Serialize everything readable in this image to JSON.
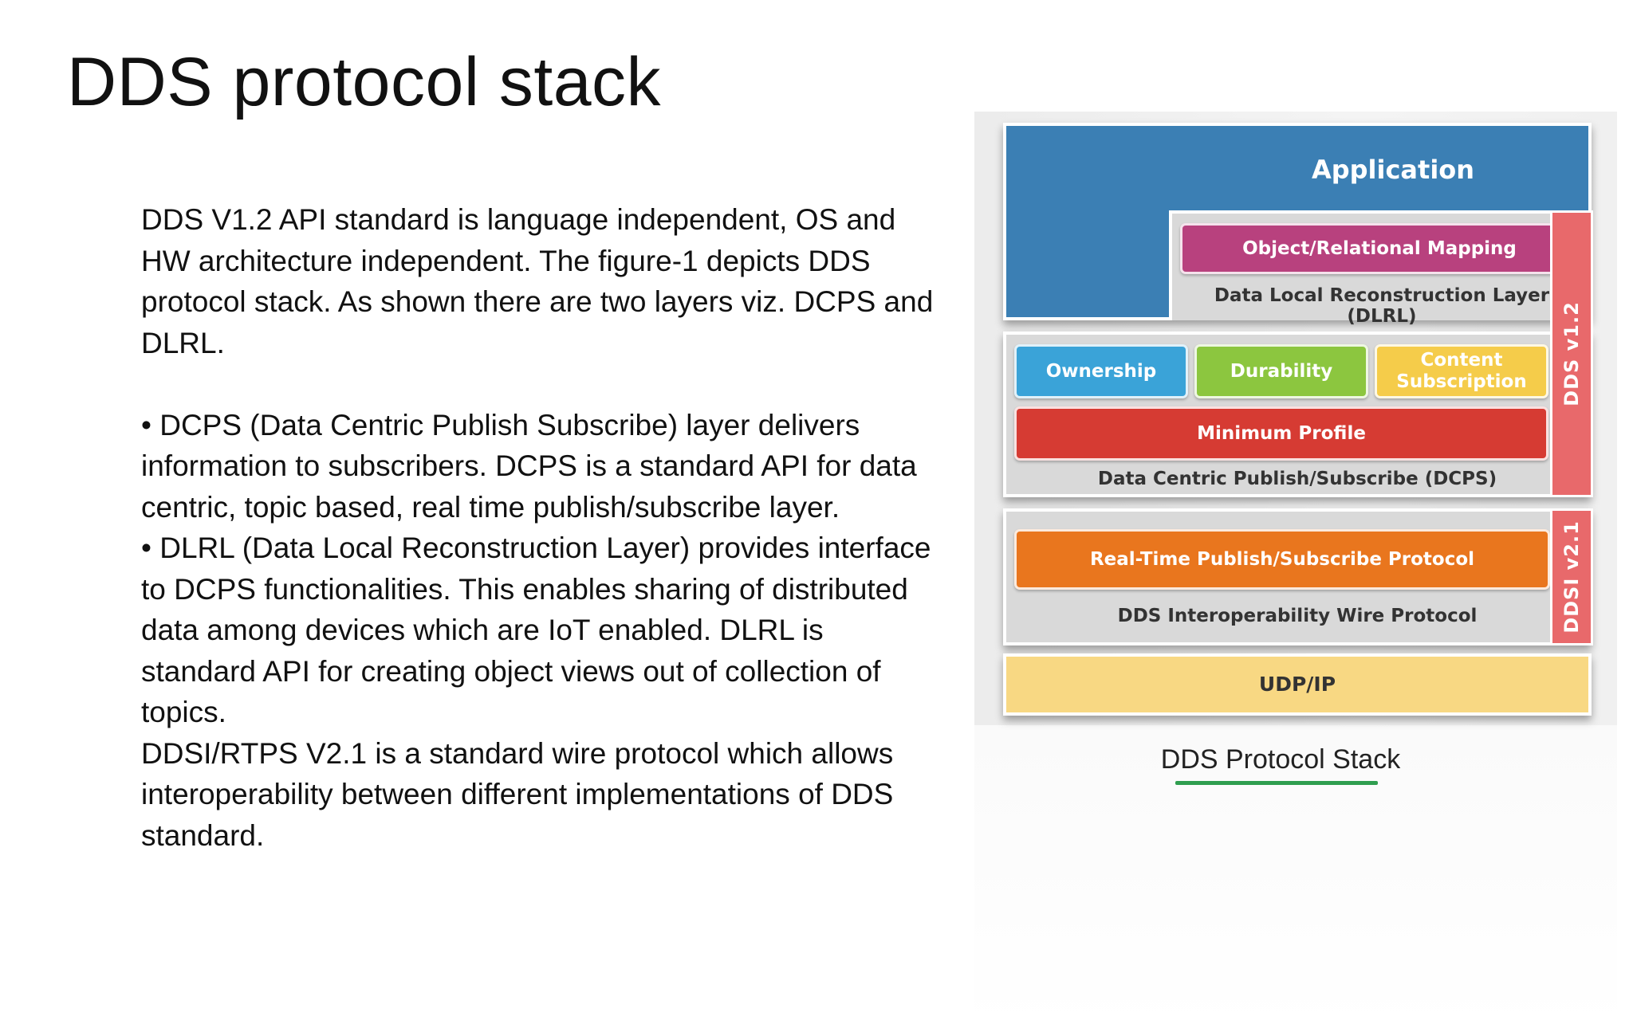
{
  "slide": {
    "title": "DDS protocol stack",
    "paragraphs": [
      "DDS V1.2 API standard is language independent, OS and HW architecture independent. The figure-1 depicts DDS protocol stack. As shown there are two layers viz. DCPS and DLRL.",
      "• DCPS (Data Centric Publish Subscribe) layer delivers information to subscribers. DCPS is a standard API for data centric, topic based, real time publish/subscribe layer.",
      "• DLRL (Data Local Reconstruction Layer) provides interface to DCPS functionalities. This enables sharing of distributed data among devices which are IoT enabled. DLRL is standard API for creating object views out of collection of topics.",
      "DDSI/RTPS V2.1 is a standard wire protocol which allows interoperability between different implementations of DDS standard."
    ]
  },
  "figure": {
    "application": "Application",
    "orm": "Object/Relational Mapping",
    "dlrl": "Data Local Reconstruction Layer (DLRL)",
    "ownership": "Ownership",
    "durability": "Durability",
    "content_subscription": "Content Subscription",
    "minimum_profile": "Minimum Profile",
    "dcps": "Data Centric Publish/Subscribe (DCPS)",
    "rtps": "Real-Time Publish/Subscribe Protocol",
    "wire": "DDS Interoperability Wire Protocol",
    "udp": "UDP/IP",
    "dds_tab": "DDS v1.2",
    "ddsi_tab": "DDSI v2.1",
    "caption": "DDS Protocol Stack",
    "colors": {
      "application": "#3b7fb4",
      "orm": "#b8417e",
      "ownership": "#3aa3d8",
      "durability": "#8cc63f",
      "content": "#f5cc4a",
      "minimum": "#d63b33",
      "rtps": "#e9761e",
      "udp": "#f8d883",
      "dds_tab": "#e8696b",
      "ddsi_tab": "#e8696b",
      "caption_underline": "#2f9e4f"
    }
  }
}
